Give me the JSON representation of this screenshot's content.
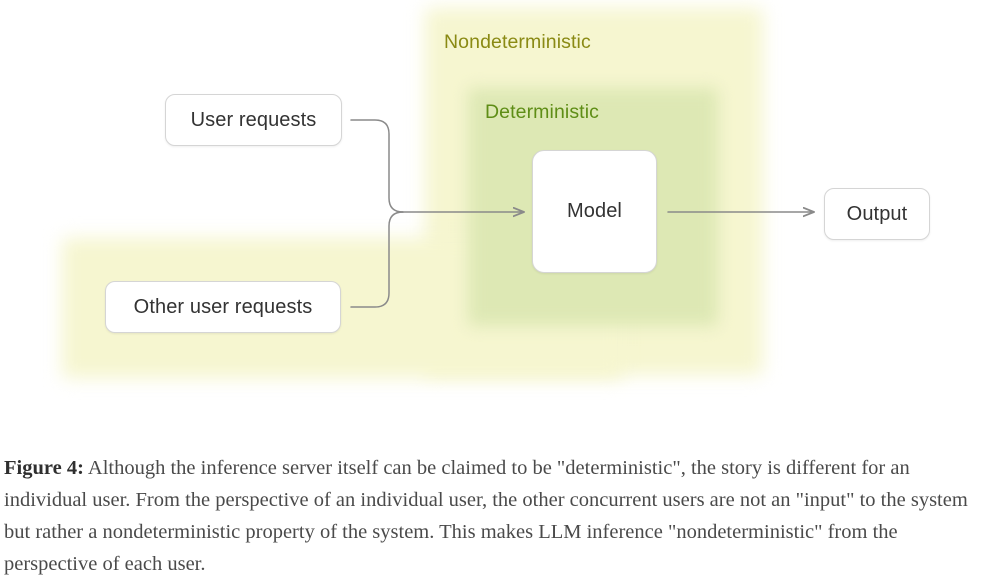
{
  "figure": {
    "regions": [
      {
        "name": "nondeterministic",
        "label": "Nondeterministic",
        "color": "#f6f6d0",
        "text_color": "#8a8a14"
      },
      {
        "name": "deterministic",
        "label": "Deterministic",
        "color": "#dde8b4",
        "text_color": "#5e8d16"
      }
    ],
    "nodes": [
      {
        "name": "user-requests",
        "label": "User requests"
      },
      {
        "name": "other-user-requests",
        "label": "Other user requests"
      },
      {
        "name": "model",
        "label": "Model"
      },
      {
        "name": "output",
        "label": "Output"
      }
    ],
    "edges": [
      {
        "from": "User requests",
        "to": "Model"
      },
      {
        "from": "Other user requests",
        "to": "Model"
      },
      {
        "from": "Model",
        "to": "Output"
      }
    ],
    "edge_color": "#8a8a8a"
  },
  "caption": {
    "label": "Figure 4:",
    "text": " Although the inference server itself can be claimed to be \"deterministic\", the story is different for an individual user. From the perspective of an individual user, the other concurrent users are not an \"input\" to the system but rather a nondeterministic property of the system. This makes LLM inference \"nondeterministic\" from the perspective of each user."
  }
}
